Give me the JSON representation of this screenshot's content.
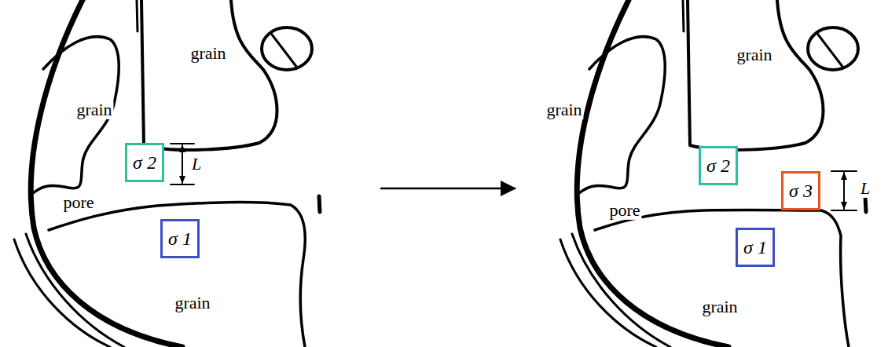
{
  "diagram": {
    "nodes": [
      {
        "text": [
          "σ 2"
        ]
      },
      {
        "text": [
          "σ 1"
        ]
      },
      {
        "text": [
          "σ 2"
        ]
      },
      {
        "text": [
          "σ 3"
        ]
      },
      {
        "text": [
          "σ 1"
        ]
      }
    ],
    "labels": [
      "grain",
      "grain",
      "pore",
      "grain",
      "L",
      "grain",
      "grain",
      "pore",
      "grain",
      "L"
    ]
  }
}
